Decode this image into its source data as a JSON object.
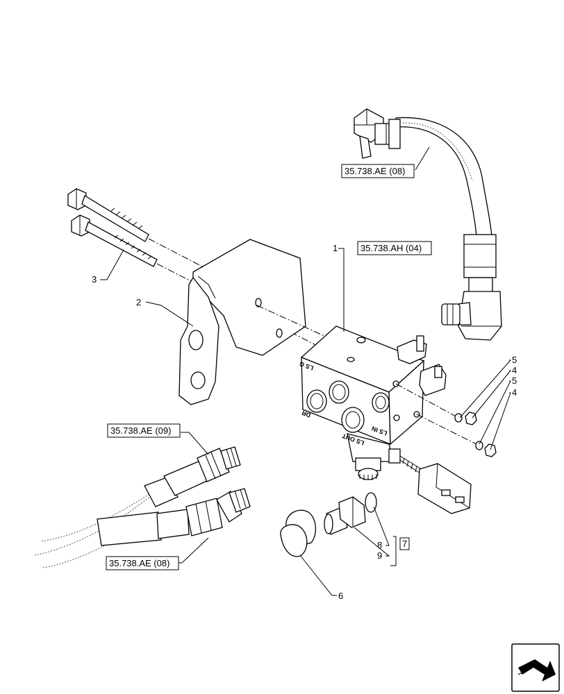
{
  "callouts": {
    "c1": "1",
    "c2": "2",
    "c3": "3",
    "c4a": "4",
    "c4b": "4",
    "c5a": "5",
    "c5b": "5",
    "c6": "6",
    "c8": "8",
    "c9": "9"
  },
  "references": {
    "ref_ae08_top": "35.738.AE (08)",
    "ref_ah04": "35.738.AH (04)",
    "ref_ae09": "35.738.AE (09)",
    "ref_ae08_bottom": "35.738.AE (08)",
    "ref_kit": "7"
  },
  "block_markings": {
    "ls_g": "LS G",
    "dr": "DR",
    "ls_in": "LS IN",
    "ls_out": "LS OUT"
  },
  "icons": [
    "navigation-arrow-icon"
  ]
}
